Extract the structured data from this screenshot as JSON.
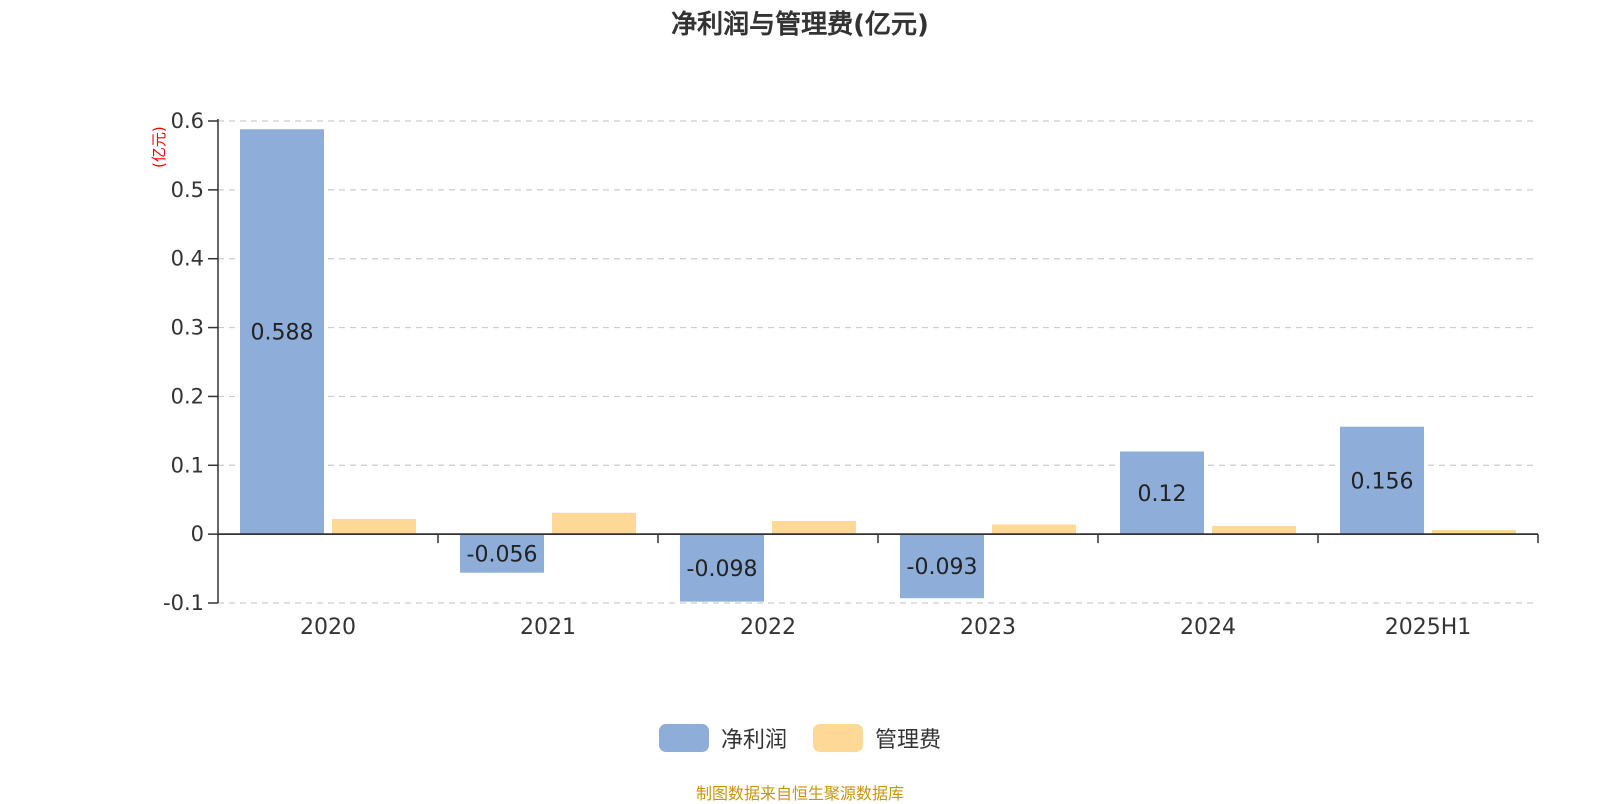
{
  "chart_data": {
    "type": "bar",
    "title": "净利润与管理费(亿元)",
    "unit_label": "(亿元)",
    "categories": [
      "2020",
      "2021",
      "2022",
      "2023",
      "2024",
      "2025H1"
    ],
    "series": [
      {
        "name": "净利润",
        "color": "#8eadd9",
        "values": [
          0.588,
          -0.056,
          -0.098,
          -0.093,
          0.12,
          0.156
        ],
        "labels": [
          "0.588",
          "-0.056",
          "-0.098",
          "-0.093",
          "0.12",
          "0.156"
        ]
      },
      {
        "name": "管理费",
        "color": "#fdd896",
        "values": [
          0.022,
          0.031,
          0.019,
          0.014,
          0.012,
          0.006
        ]
      }
    ],
    "ylim": [
      -0.1,
      0.6
    ],
    "yticks": [
      -0.1,
      0,
      0.1,
      0.2,
      0.3,
      0.4,
      0.5,
      0.6
    ],
    "ytick_labels": [
      "-0.1",
      "0",
      "0.1",
      "0.2",
      "0.3",
      "0.4",
      "0.5",
      "0.6"
    ],
    "grid": true,
    "legend_position": "bottom-center"
  },
  "source_note": "制图数据来自恒生聚源数据库"
}
